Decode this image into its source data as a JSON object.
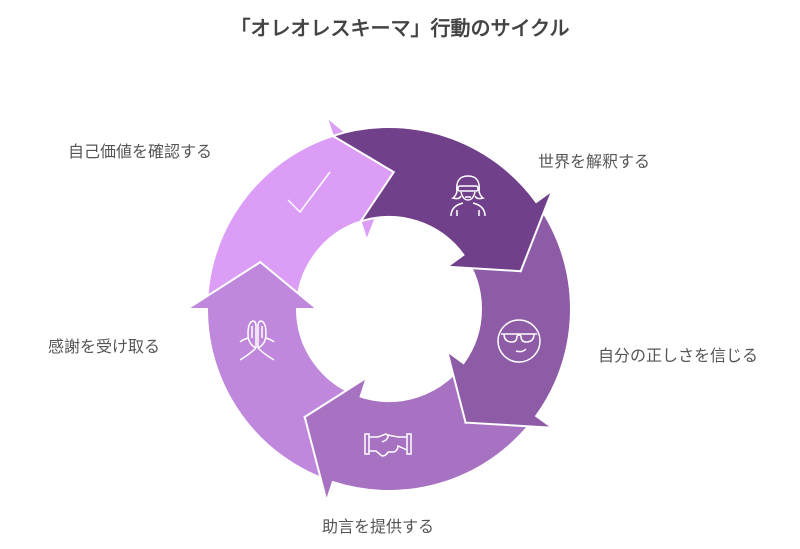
{
  "title": "「オレオレスキーマ」行動のサイクル",
  "chart_data": {
    "type": "cycle",
    "steps": [
      {
        "label": "世界を解釈する",
        "icon": "blindfolded-woman-icon",
        "color": "#70418A"
      },
      {
        "label": "自分の正しさを信じる",
        "icon": "sunglasses-face-icon",
        "color": "#8E5CA6"
      },
      {
        "label": "助言を提供する",
        "icon": "handshake-icon",
        "color": "#A872C2"
      },
      {
        "label": "感謝を受け取る",
        "icon": "praying-hands-icon",
        "color": "#C088DC"
      },
      {
        "label": "自己価値を確認する",
        "icon": "checkmark-icon",
        "color": "#DB9DF5"
      }
    ]
  }
}
